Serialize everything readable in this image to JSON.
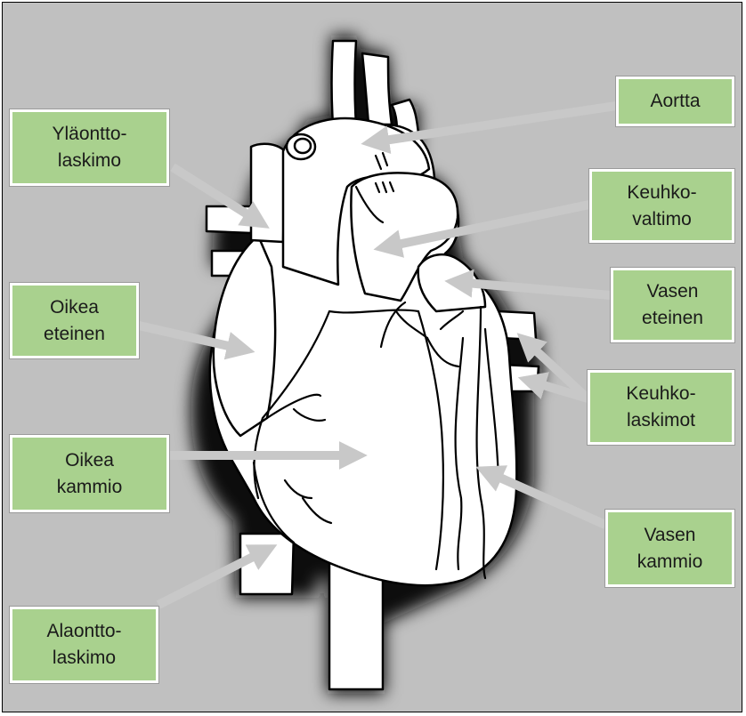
{
  "colors": {
    "background": "#c0c0c0",
    "label_fill": "#a9d18e",
    "label_border": "#ffffff",
    "arrow": "#c8c8c8",
    "heart_fill": "#ffffff",
    "heart_outline": "#000000"
  },
  "labels": {
    "aortta": [
      "Aortta"
    ],
    "ylaonttolaskimo": [
      "Yläontto-",
      "laskimo"
    ],
    "keuhkovaltimo": [
      "Keuhko-",
      "valtimo"
    ],
    "oikea_eteinen": [
      "Oikea",
      "eteinen"
    ],
    "vasen_eteinen": [
      "Vasen",
      "eteinen"
    ],
    "keuhkolaskimot": [
      "Keuhko-",
      "laskimot"
    ],
    "oikea_kammio": [
      "Oikea",
      "kammio"
    ],
    "vasen_kammio": [
      "Vasen",
      "kammio"
    ],
    "alaonttolaskimo": [
      "Alaontto-",
      "laskimo"
    ]
  }
}
